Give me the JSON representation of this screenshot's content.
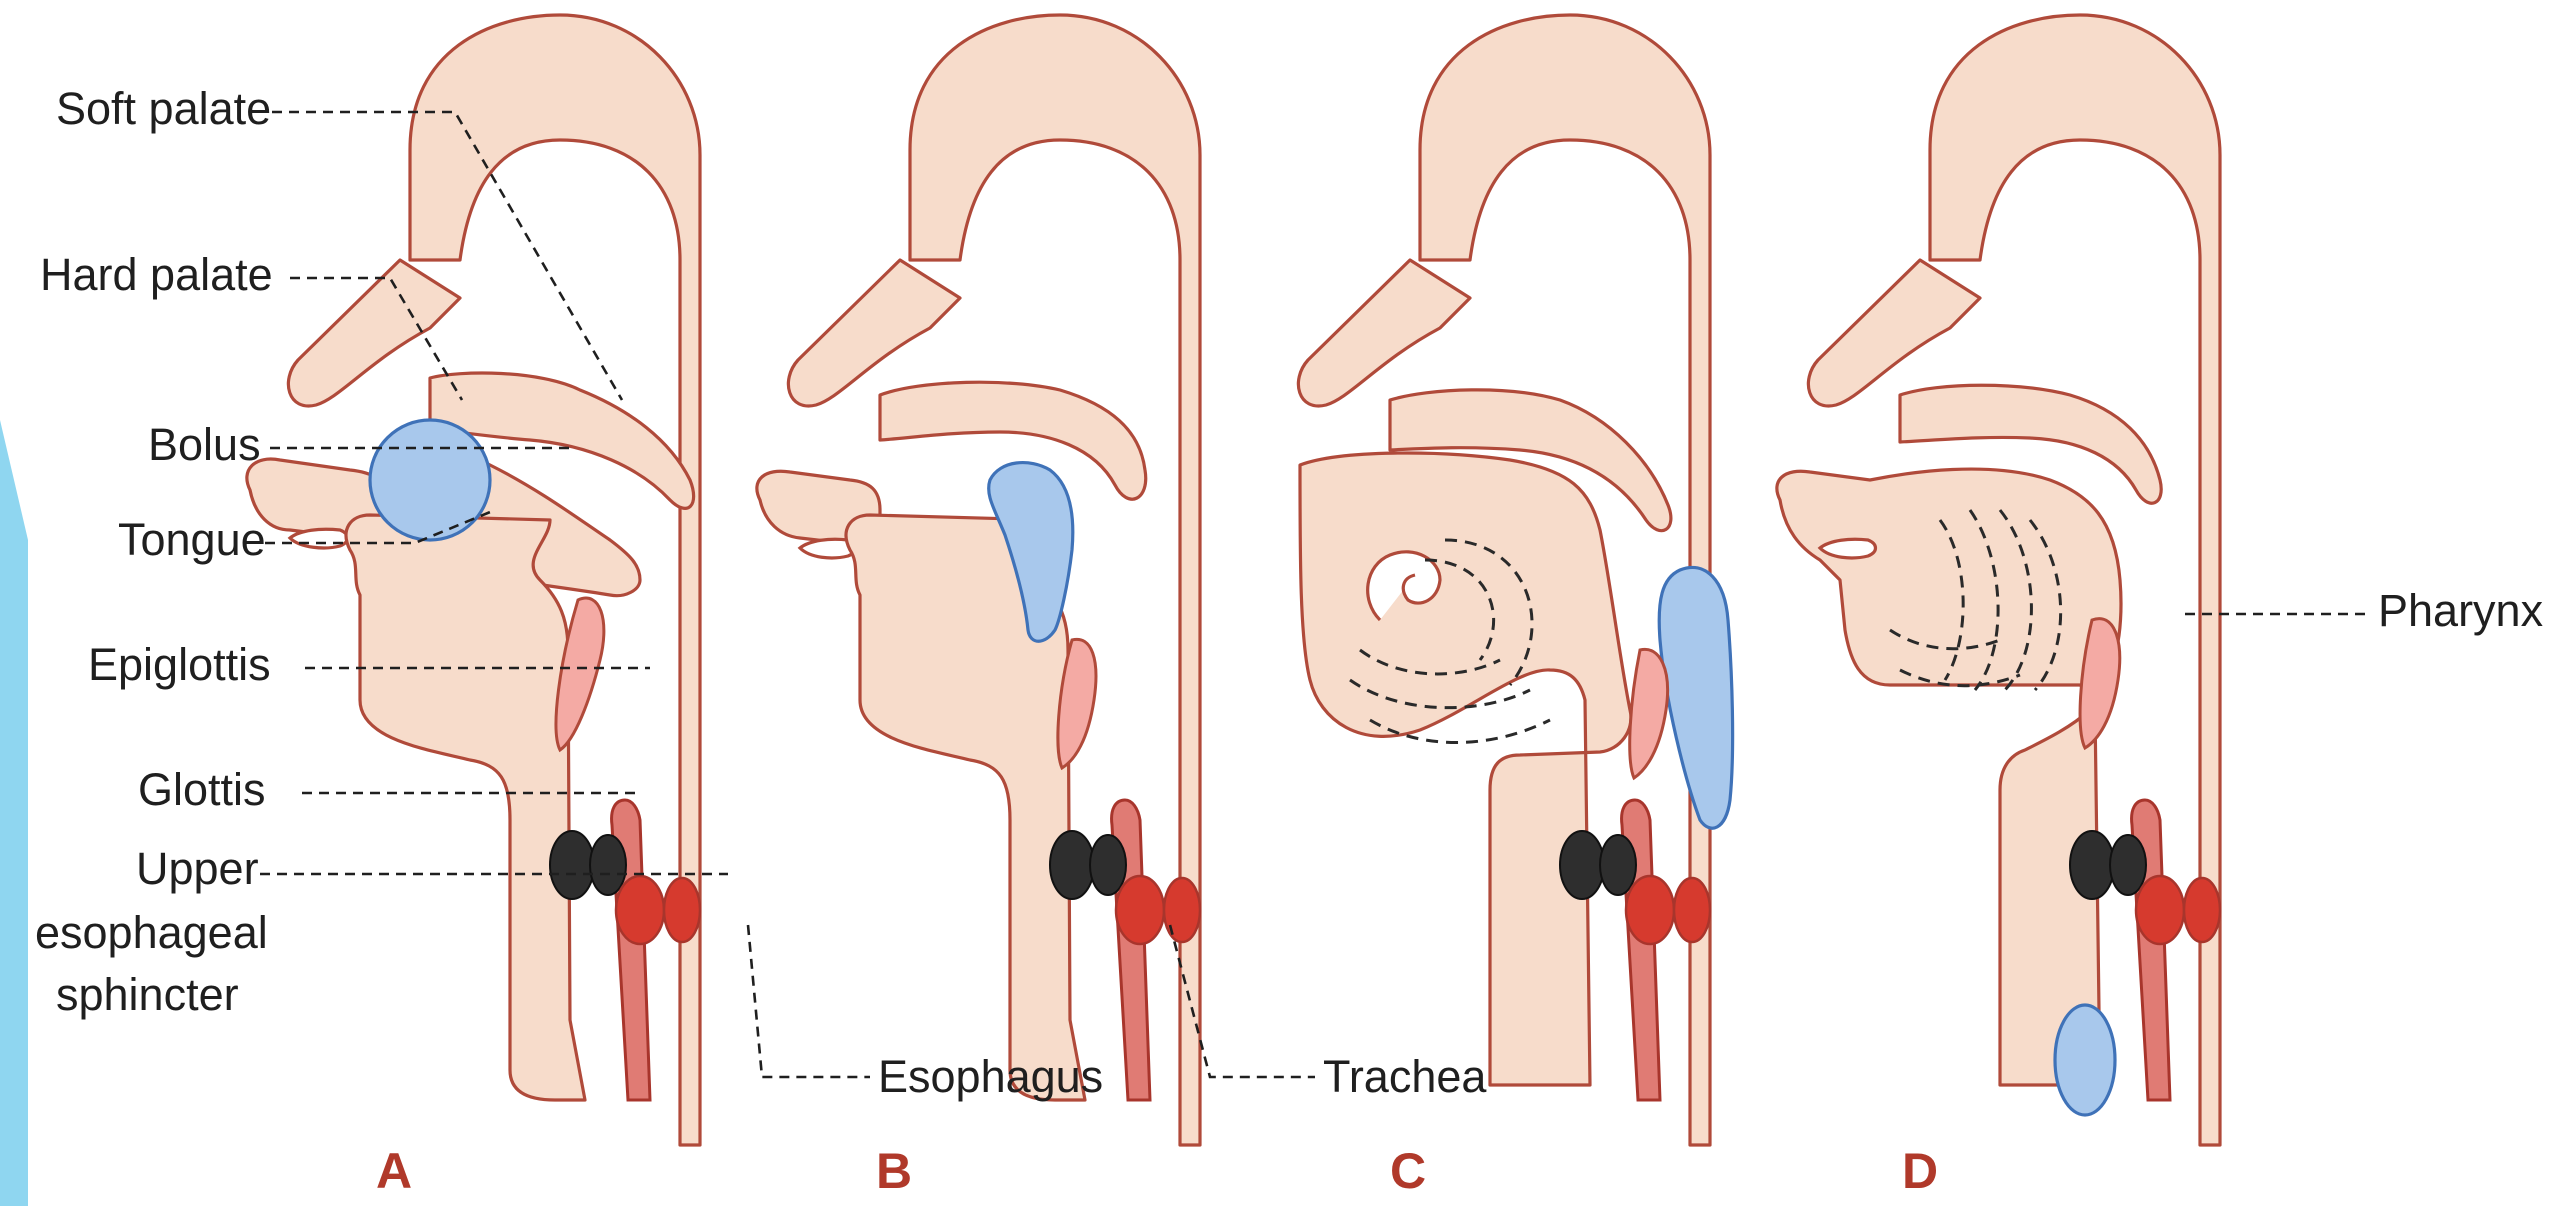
{
  "colors": {
    "tissue": "#f7dccb",
    "outline": "#b04a3a",
    "bolus": "#a8c8ec",
    "sphincter": "#d63a2e",
    "glottis": "#2e2e2e",
    "accent_strip": "#8fd6f0",
    "panel_letter": "#b0392a"
  },
  "labels": {
    "soft_palate": "Soft palate",
    "hard_palate": "Hard palate",
    "bolus": "Bolus",
    "tongue": "Tongue",
    "epiglottis": "Epiglottis",
    "glottis": "Glottis",
    "ues_line1": "Upper",
    "ues_line2": "esophageal",
    "ues_line3": "sphincter",
    "esophagus": "Esophagus",
    "trachea": "Trachea",
    "pharynx": "Pharynx"
  },
  "panels": [
    {
      "letter": "A"
    },
    {
      "letter": "B"
    },
    {
      "letter": "C"
    },
    {
      "letter": "D"
    }
  ]
}
